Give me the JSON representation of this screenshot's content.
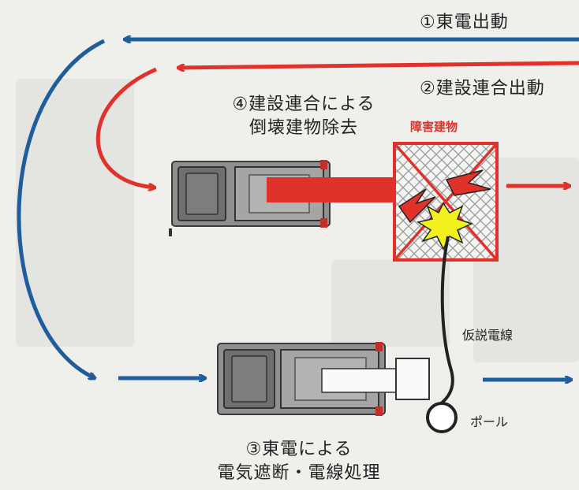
{
  "labels": {
    "tepco_dispatch": "①東電出動",
    "union_dispatch": "②建設連合出動",
    "tepco_action_1": "③東電による",
    "tepco_action_2": "電気遮断・電線処理",
    "union_action_1": "④建設連合による",
    "union_action_2": "倒壊建物除去",
    "obstacle_building": "障害建物",
    "temporary_wire": "仮説電線",
    "pole": "ポール"
  },
  "colors": {
    "blue_route": "#1f5d9c",
    "red_route": "#e0322a",
    "truck_body": "#8f8f8f",
    "building_grid": "#9a9a9a",
    "background": "#efefec"
  }
}
